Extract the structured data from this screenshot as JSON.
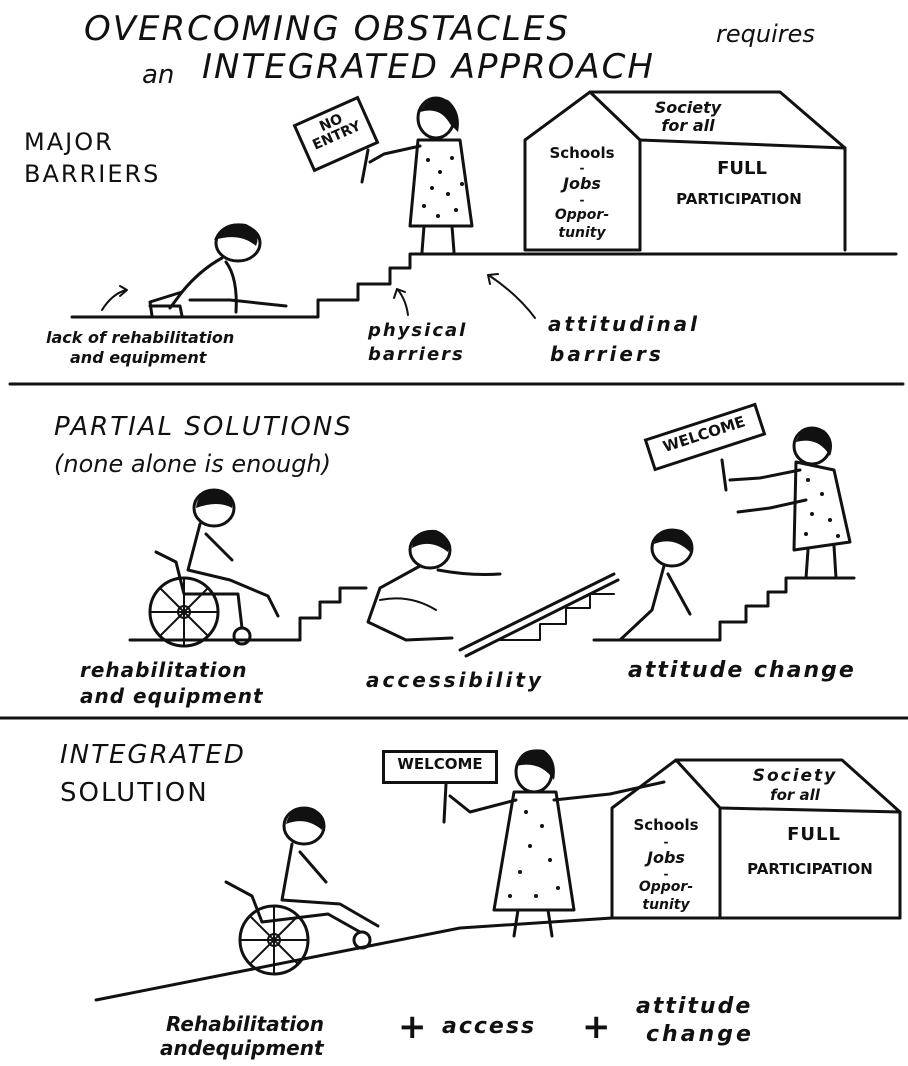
{
  "title": {
    "line1_main": "OVERCOMING  OBSTACLES",
    "line1_small": "requires",
    "line2_small": "an",
    "line2_main": "INTEGRATED APPROACH"
  },
  "major": {
    "heading1": "MAJOR",
    "heading2": "BARRIERS",
    "sign": "NO ENTRY",
    "house": {
      "roof1": "Society",
      "roof2": "for all",
      "side1": "Schools",
      "side2": "-",
      "side3": "Jobs",
      "side4": "-",
      "side5": "Oppor-",
      "side6": "tunity",
      "front1": "FULL",
      "front2": "PARTICIPATION"
    },
    "label_rehab1": "lack of rehabilitation",
    "label_rehab2": "and equipment",
    "label_physical1": "physical",
    "label_physical2": "barriers",
    "label_attitude1": "attitudinal",
    "label_attitude2": "barriers"
  },
  "partial": {
    "heading1": "PARTIAL SOLUTIONS",
    "heading2": "(none alone is enough)",
    "sign": "WELCOME",
    "label_rehab1": "rehabilitation",
    "label_rehab2": "and equipment",
    "label_access": "accessibility",
    "label_attitude": "attitude change"
  },
  "integrated": {
    "heading1": "INTEGRATED",
    "heading2": "SOLUTION",
    "sign": "WELCOME",
    "house": {
      "roof1": "Society",
      "roof2": "for all",
      "side1": "Schools",
      "side2": "-",
      "side3": "Jobs",
      "side4": "-",
      "side5": "Oppor-",
      "side6": "tunity",
      "front1": "FULL",
      "front2": "PARTICIPATION"
    },
    "eq_rehab1": "Rehabilitation",
    "eq_rehab2": "andequipment",
    "eq_plus1": "+",
    "eq_access": "access",
    "eq_plus2": "+",
    "eq_attitude1": "attitude",
    "eq_attitude2": "change"
  }
}
